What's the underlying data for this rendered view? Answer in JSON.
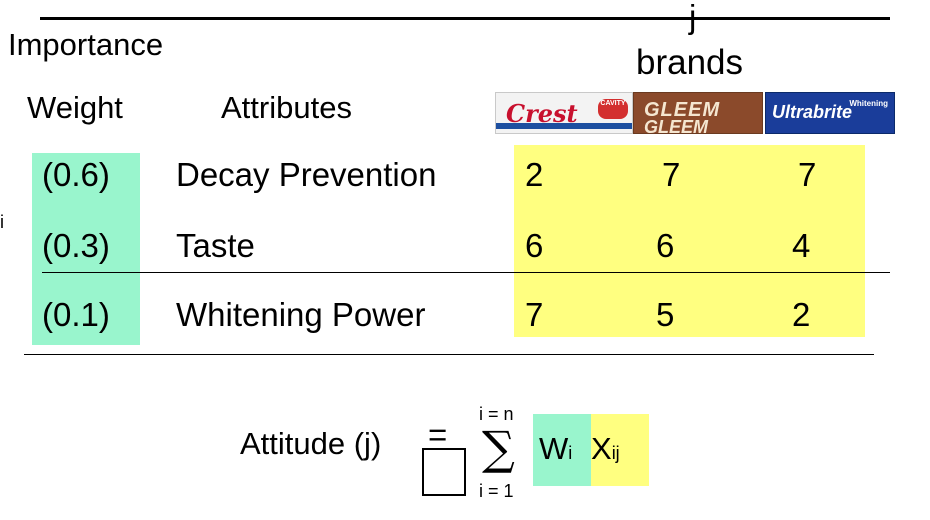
{
  "header": {
    "importance_label": "Importance",
    "weight_label": "Weight",
    "attributes_label": "Attributes",
    "j_label": "j",
    "brands_label": "brands",
    "i_label": "i"
  },
  "brands": [
    {
      "name": "crest",
      "logo_text": "Crest",
      "tag_text": "CAVITY",
      "colors": {
        "bg": "#f3f3f3",
        "text": "#c8102e",
        "band": "#1d4fa0",
        "tag": "#d32f2f"
      }
    },
    {
      "name": "gleem",
      "logo_text": "GLEEM",
      "colors": {
        "bg": "#8b4a2b",
        "text": "#f5e6d0"
      }
    },
    {
      "name": "ultrabrite",
      "logo_text": "Ultrabrite",
      "small_text": "Whitening",
      "colors": {
        "bg": "#1a3d9a",
        "text": "#ffffff"
      }
    }
  ],
  "rows": [
    {
      "weight": "(0.6)",
      "attribute": "Decay Prevention",
      "values": [
        "2",
        "7",
        "7"
      ]
    },
    {
      "weight": "(0.3)",
      "attribute": "Taste",
      "values": [
        "6",
        "6",
        "4"
      ]
    },
    {
      "weight": "(0.1)",
      "attribute": "Whitening Power",
      "values": [
        "7",
        "5",
        "2"
      ]
    }
  ],
  "formula": {
    "lhs": "Attitude (j)",
    "equals": "=",
    "sum_top": "i = n",
    "sum_symbol": "∑",
    "sum_bottom": "i = 1",
    "w": "W",
    "w_sub": "i",
    "x": "X",
    "x_sub": "ij"
  },
  "colors": {
    "weight_highlight": "#99f5cd",
    "value_highlight": "#ffff80"
  }
}
